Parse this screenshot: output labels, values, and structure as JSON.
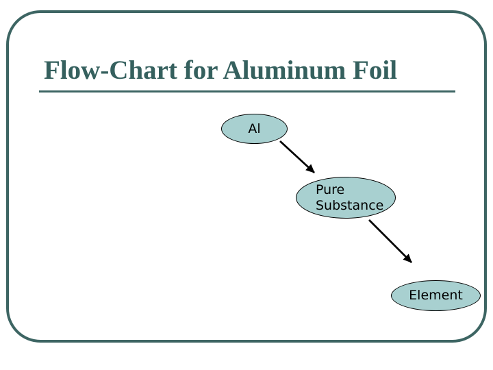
{
  "slide": {
    "title": "Flow-Chart for Aluminum Foil",
    "colors": {
      "accent_teal": "#3d6563",
      "title_text": "#35605e",
      "node_fill": "#a8d0d0",
      "node_stroke": "#000000",
      "arrow": "#000000",
      "background": "#ffffff"
    }
  },
  "diagram": {
    "type": "flow-chart",
    "nodes": [
      {
        "id": "al",
        "label": "Al",
        "shape": "ellipse"
      },
      {
        "id": "pure-substance",
        "label": "Pure Substance",
        "shape": "ellipse"
      },
      {
        "id": "element",
        "label": "Element",
        "shape": "ellipse"
      }
    ],
    "edges": [
      {
        "from": "al",
        "to": "pure-substance",
        "style": "arrow"
      },
      {
        "from": "pure-substance",
        "to": "element",
        "style": "arrow"
      }
    ]
  }
}
